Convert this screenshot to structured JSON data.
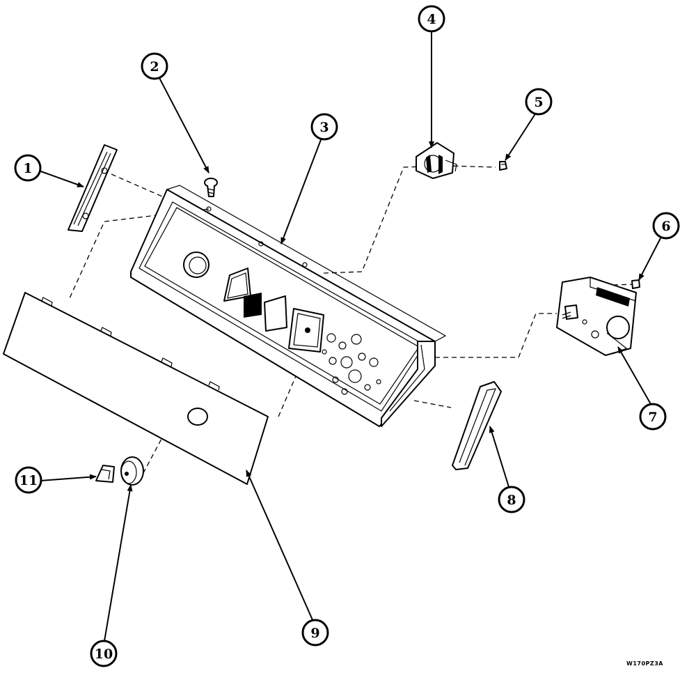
{
  "callouts": [
    {
      "id": "1",
      "label": "1"
    },
    {
      "id": "2",
      "label": "2"
    },
    {
      "id": "3",
      "label": "3"
    },
    {
      "id": "4",
      "label": "4"
    },
    {
      "id": "5",
      "label": "5"
    },
    {
      "id": "6",
      "label": "6"
    },
    {
      "id": "7",
      "label": "7"
    },
    {
      "id": "8",
      "label": "8"
    },
    {
      "id": "9",
      "label": "9"
    },
    {
      "id": "10",
      "label": "10"
    },
    {
      "id": "11",
      "label": "11"
    }
  ],
  "reference_code": "W170PZ3A"
}
